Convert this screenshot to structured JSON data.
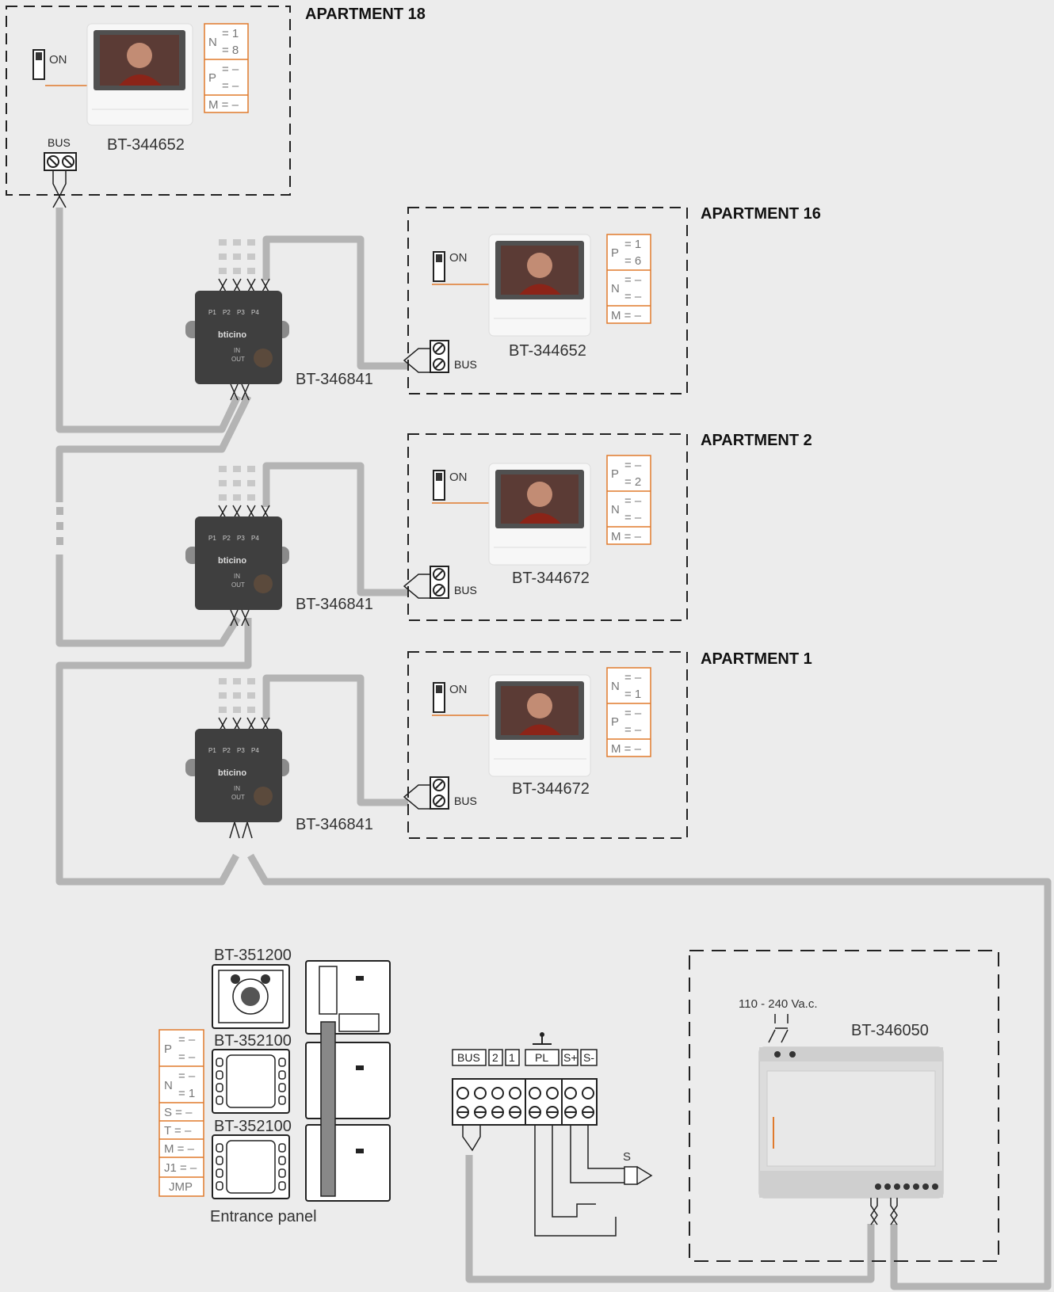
{
  "apartments": [
    {
      "title": "APARTMENT  18",
      "model": "BT-344652",
      "switch_label": "ON",
      "bus_label": "BUS",
      "config": [
        {
          "letter": "N",
          "top": "= 1",
          "bottom": "= 8"
        },
        {
          "letter": "P",
          "top": "= –",
          "bottom": "= –"
        }
      ],
      "m_row": "M = –"
    },
    {
      "title": "APARTMENT  16",
      "model": "BT-344652",
      "switch_label": "ON",
      "bus_label": "BUS",
      "config": [
        {
          "letter": "P",
          "top": "= 1",
          "bottom": "= 6"
        },
        {
          "letter": "N",
          "top": "= –",
          "bottom": "= –"
        }
      ],
      "m_row": "M = –"
    },
    {
      "title": "APARTMENT  2",
      "model": "BT-344672",
      "switch_label": "ON",
      "bus_label": "BUS",
      "config": [
        {
          "letter": "P",
          "top": "= –",
          "bottom": "= 2"
        },
        {
          "letter": "N",
          "top": "= –",
          "bottom": "= –"
        }
      ],
      "m_row": "M = –"
    },
    {
      "title": "APARTMENT  1",
      "model": "BT-344672",
      "switch_label": "ON",
      "bus_label": "BUS",
      "config": [
        {
          "letter": "N",
          "top": "= –",
          "bottom": "= 1"
        },
        {
          "letter": "P",
          "top": "= –",
          "bottom": "= –"
        }
      ],
      "m_row": "M = –"
    }
  ],
  "distributors": [
    {
      "model": "BT-346841",
      "brand": "bticino",
      "ports": [
        "P1",
        "P2",
        "P3",
        "P4"
      ],
      "in_label": "IN",
      "out_label": "OUT"
    },
    {
      "model": "BT-346841",
      "brand": "bticino",
      "ports": [
        "P1",
        "P2",
        "P3",
        "P4"
      ],
      "in_label": "IN",
      "out_label": "OUT"
    },
    {
      "model": "BT-346841",
      "brand": "bticino",
      "ports": [
        "P1",
        "P2",
        "P3",
        "P4"
      ],
      "in_label": "IN",
      "out_label": "OUT"
    }
  ],
  "entrance_panel": {
    "caption": "Entrance panel",
    "modules": [
      "BT-351200",
      "BT-352100",
      "BT-352100"
    ],
    "config": {
      "P": {
        "top": "= –",
        "bottom": "= –"
      },
      "N": {
        "top": "= –",
        "bottom": "= 1"
      },
      "rows": [
        "S  = –",
        "T  = –",
        "M = –",
        "J1 = –",
        "JMP"
      ]
    }
  },
  "terminal_block": {
    "labels": [
      "BUS",
      "2",
      "1",
      "PL",
      "S+",
      "S-"
    ],
    "sensor_label": "S"
  },
  "power_supply": {
    "model": "BT-346050",
    "input_label": "110 - 240 Va.c."
  },
  "colors": {
    "accent": "#e07a2c",
    "wire": "#b4b4b4",
    "background": "#ececec",
    "device_dark": "#3f3f3f"
  }
}
